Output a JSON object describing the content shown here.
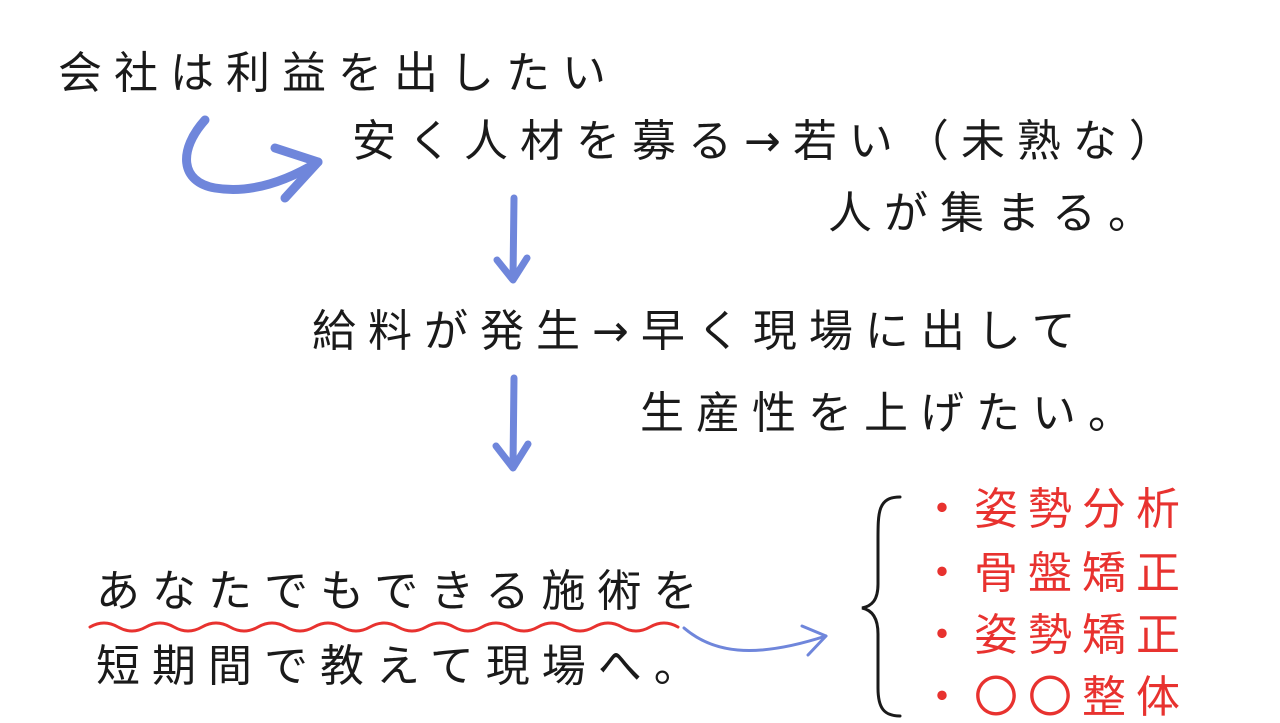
{
  "lines": {
    "l1": "会社は利益を出したい",
    "l2": "安く人材を募る→若い（未熟な）",
    "l3": "人が集まる。",
    "l4": "給料が発生→早く現場に出して",
    "l5": "生産性を上げたい。",
    "l6": "あなたでもできる施術を",
    "l7": "短期間で教えて現場へ。"
  },
  "techniques": [
    "・姿勢分析",
    "・骨盤矯正",
    "・姿勢矯正",
    "・〇〇整体"
  ],
  "colors": {
    "text": "#1a1a1a",
    "arrow": "#6f86db",
    "accent_red": "#e8322f",
    "wave": "#e8322f"
  }
}
